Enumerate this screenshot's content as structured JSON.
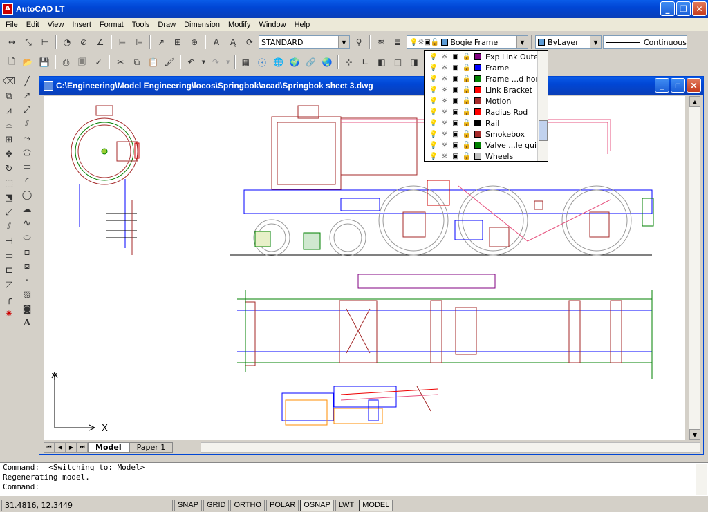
{
  "app": {
    "title": "AutoCAD LT",
    "icon_label": "A"
  },
  "menu": [
    "File",
    "Edit",
    "View",
    "Insert",
    "Format",
    "Tools",
    "Draw",
    "Dimension",
    "Modify",
    "Window",
    "Help"
  ],
  "toolbar": {
    "text_style": "STANDARD",
    "current_layer": "Bogie Frame",
    "color": "ByLayer",
    "linetype": "Continuous"
  },
  "layers": [
    {
      "name": "Exp Link Outer",
      "color": "#800080"
    },
    {
      "name": "Frame",
      "color": "#0000ff"
    },
    {
      "name": "Frame ...d horns",
      "color": "#008000"
    },
    {
      "name": "Link Bracket",
      "color": "#ff0000"
    },
    {
      "name": "Motion",
      "color": "#a52a2a"
    },
    {
      "name": "Radius Rod",
      "color": "#ff0000"
    },
    {
      "name": "Rail",
      "color": "#000000"
    },
    {
      "name": "Smokebox",
      "color": "#a52a2a"
    },
    {
      "name": "Valve ...le guide",
      "color": "#008000"
    },
    {
      "name": "Wheels",
      "color": "#c0c0c0"
    }
  ],
  "drawing": {
    "path": "C:\\Engineering\\Model Engineering\\locos\\Springbok\\acad\\Springbok sheet 3.dwg",
    "ucs_x": "X",
    "ucs_y": "Y"
  },
  "tabs": [
    "Model",
    "Paper 1"
  ],
  "command": {
    "lines": [
      "Command:  <Switching to: Model>",
      "Regenerating model."
    ],
    "prompt": "Command:"
  },
  "status": {
    "coords": "31.4816, 12.3449",
    "buttons": [
      {
        "label": "SNAP",
        "on": false
      },
      {
        "label": "GRID",
        "on": false
      },
      {
        "label": "ORTHO",
        "on": false
      },
      {
        "label": "POLAR",
        "on": false
      },
      {
        "label": "OSNAP",
        "on": true
      },
      {
        "label": "LWT",
        "on": false
      },
      {
        "label": "MODEL",
        "on": true
      }
    ]
  }
}
